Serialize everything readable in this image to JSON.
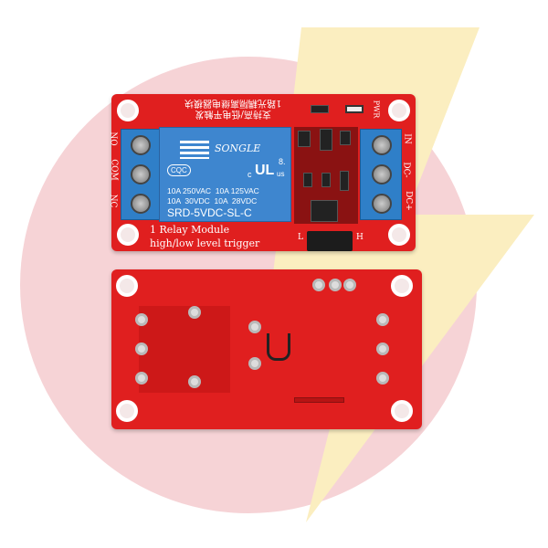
{
  "background": {
    "circle_color": "#f6d3d6",
    "bolt_color": "#fbeec0",
    "board_color": "#e01f1f",
    "terminal_color": "#2f7fc8"
  },
  "top_board": {
    "chinese_line1": "1路光耦隔离继电器模块",
    "chinese_line2": "支持高/低电平触发",
    "pwr_label": "PWR",
    "left_terminal_labels": [
      "NO",
      "COM",
      "NC"
    ],
    "right_terminal_labels": [
      "IN",
      "DC-",
      "DC+"
    ],
    "relay": {
      "brand": "SONGLE",
      "cert1": "CQC",
      "cert2": "c",
      "cert3": "us",
      "cert_num": "8.",
      "rating1": "10A 250VAC  10A 125VAC",
      "rating2": "10A  30VDC  10A  28VDC",
      "model": "SRD-5VDC-SL-C"
    },
    "module_title": "1 Relay  Module",
    "module_subtitle": "high/low level trigger",
    "jumper_left": "L",
    "jumper_right": "H"
  }
}
